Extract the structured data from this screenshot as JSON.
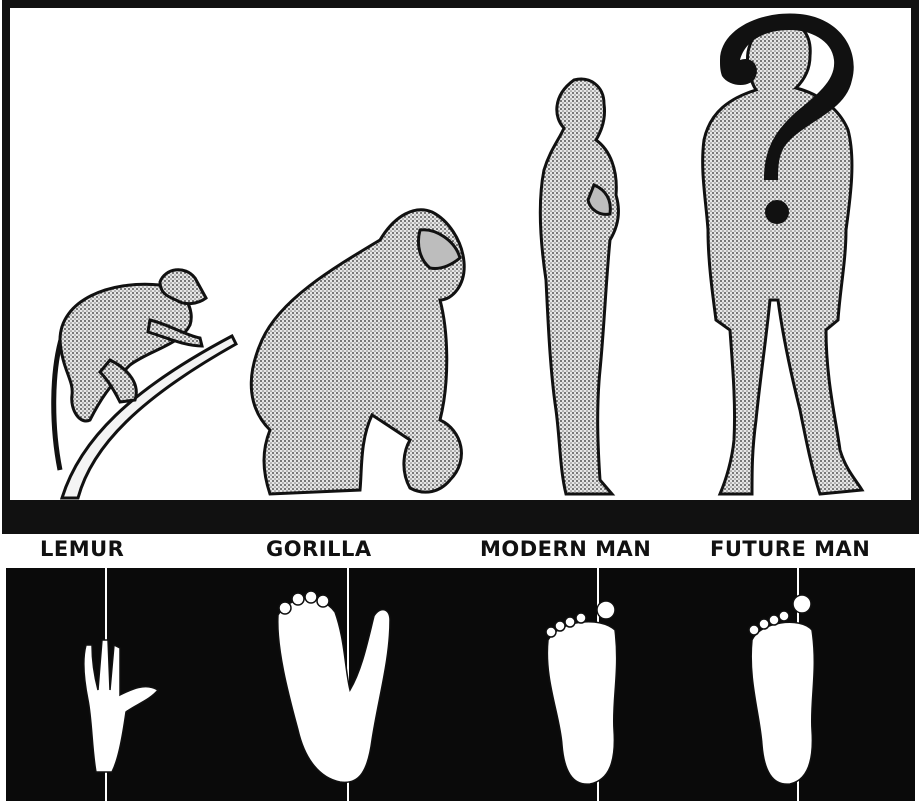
{
  "labels": {
    "lemur": "LEMUR",
    "gorilla": "GORILLA",
    "modern_man": "MODERN MAN",
    "future_man": "FUTURE MAN"
  },
  "colors": {
    "ink": "#111111",
    "panel_bg": "#ffffff",
    "figure_fill": "#c9c9c9",
    "footprint": "#ffffff",
    "footprint_panel": "#0a0a0a"
  }
}
